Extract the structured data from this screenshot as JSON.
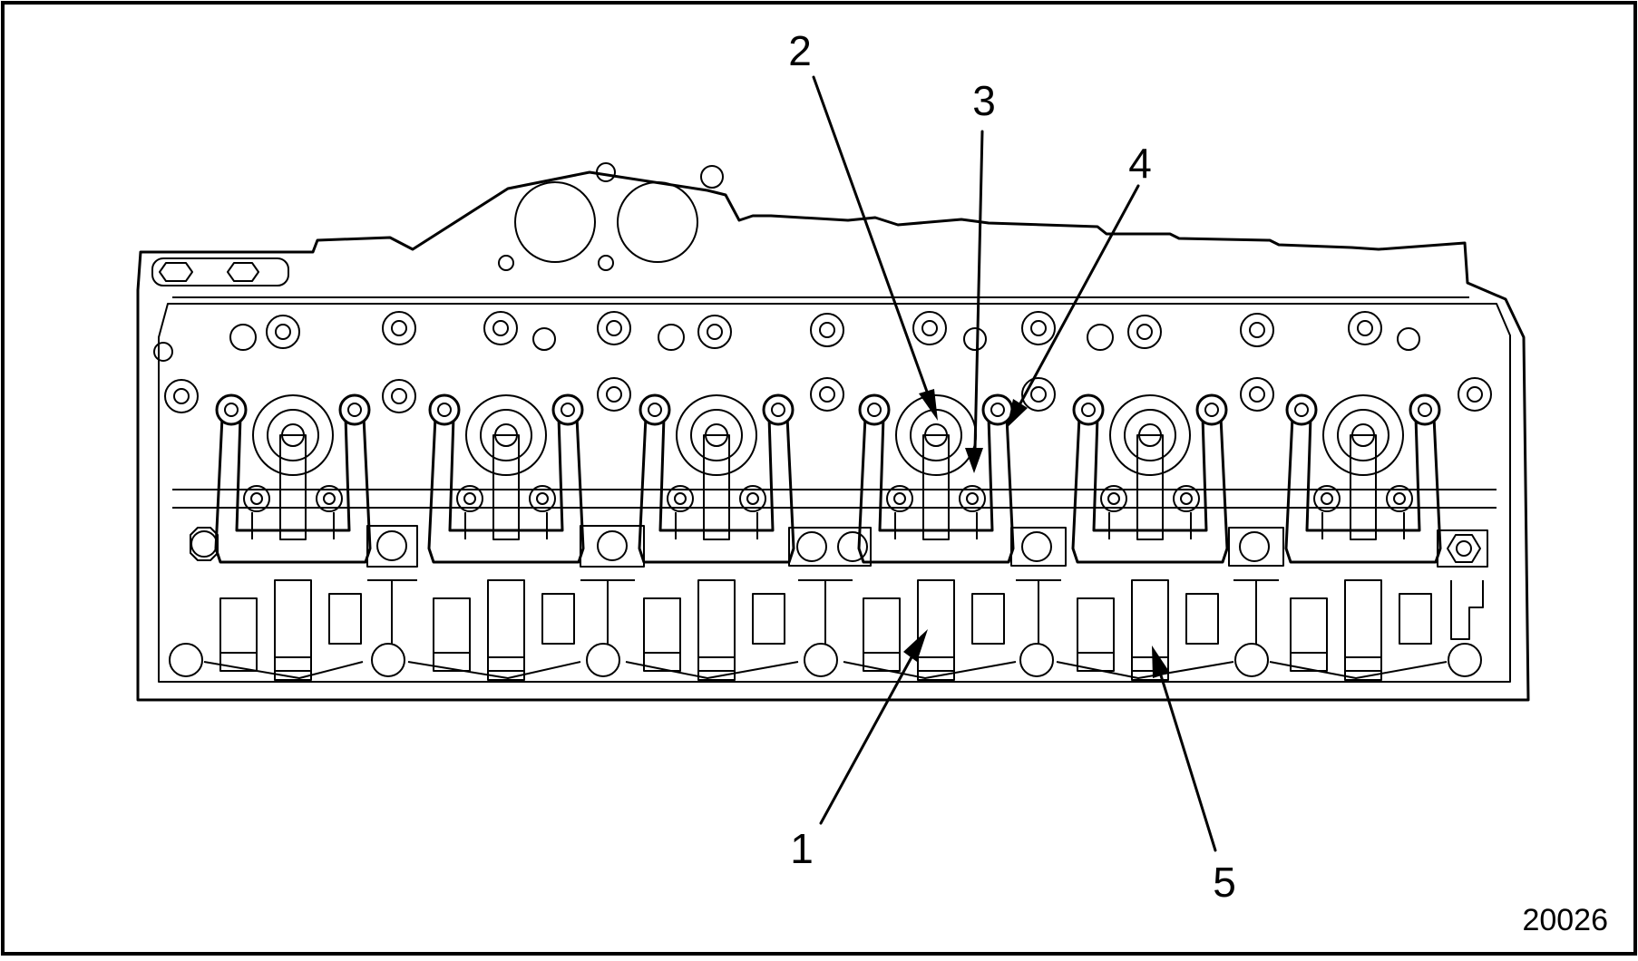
{
  "diagram": {
    "callouts": [
      "1",
      "2",
      "3",
      "4",
      "5"
    ],
    "figure_number": "20026"
  }
}
